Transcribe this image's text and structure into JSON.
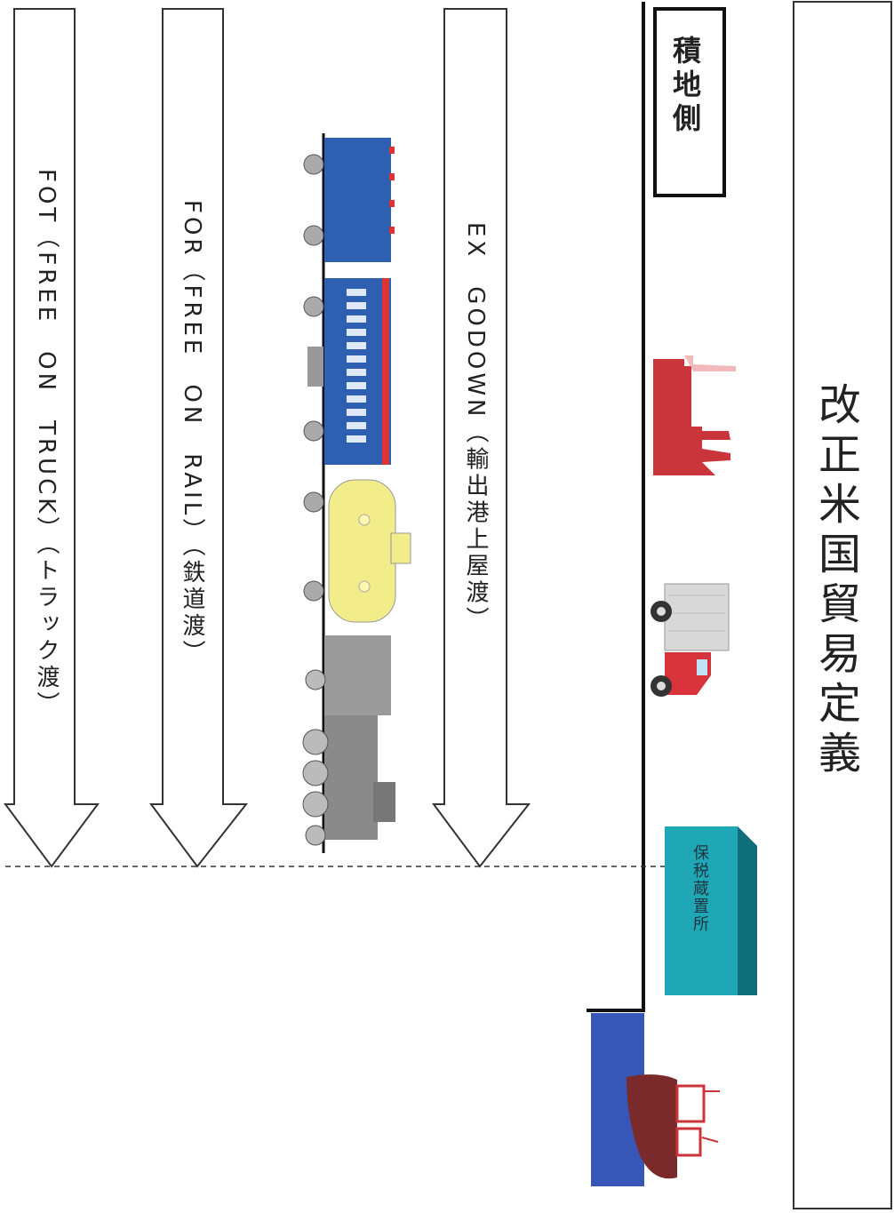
{
  "title": "改正米国貿易定義",
  "side_label": "積地側",
  "arrows": [
    {
      "label": "EX　GODOWN（輸出港上屋渡）"
    },
    {
      "label": "FOR（FREE　ON　RAIL）（鉄道渡）"
    },
    {
      "label": "FOT（FREE　ON　TRUCK）（トラック渡）"
    }
  ],
  "warehouse_label": "保税蔵置所",
  "colors": {
    "factory": "#c9353b",
    "warehouse": "#1fa7b5",
    "sea": "#3657b8",
    "boxcar": "#2f5fb0",
    "tank": "#f2ec8a",
    "locomotive": "#9a9a9a",
    "ship_hull": "#7a2a2a"
  },
  "icons": [
    "factory-icon",
    "truck-icon",
    "warehouse-icon",
    "ship-icon",
    "boxcar-icon",
    "passenger-car-icon",
    "tank-car-icon",
    "locomotive-icon"
  ]
}
